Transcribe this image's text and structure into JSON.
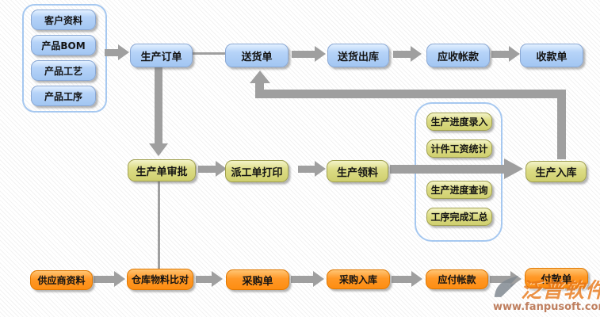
{
  "nodes": {
    "customer_data": "客户资料",
    "product_bom": "产品BOM",
    "product_craft": "产品工艺",
    "product_process": "产品工序",
    "production_order": "生产订单",
    "delivery_note": "送货单",
    "delivery_outbound": "送货出库",
    "accounts_receivable": "应收帐款",
    "receipt_note": "收款单",
    "production_order_approval": "生产单审批",
    "work_dispatch_print": "派工单打印",
    "production_material_pick": "生产领料",
    "production_inbound": "生产入库",
    "progress_entry": "生产进度录入",
    "piecework_wage_stats": "计件工资统计",
    "progress_query": "生产进度查询",
    "process_completion_summary": "工序完成汇总",
    "supplier_data": "供应商资料",
    "warehouse_material_compare": "仓库物料比对",
    "purchase_order": "采购单",
    "purchase_inbound": "采购入库",
    "accounts_payable": "应付帐款",
    "payment_note": "付款单"
  },
  "watermark": {
    "brand": "泛普软件",
    "website": "www.fanpusoft.com"
  },
  "colors": {
    "node_blue": "#abccf6",
    "node_khaki": "#d7d77b",
    "node_orange": "#ff9822",
    "connector": "#9f9f9f",
    "group_border": "#a6c8f0",
    "watermark_orange": "#e87818",
    "watermark_url": "#bf7f5f"
  }
}
